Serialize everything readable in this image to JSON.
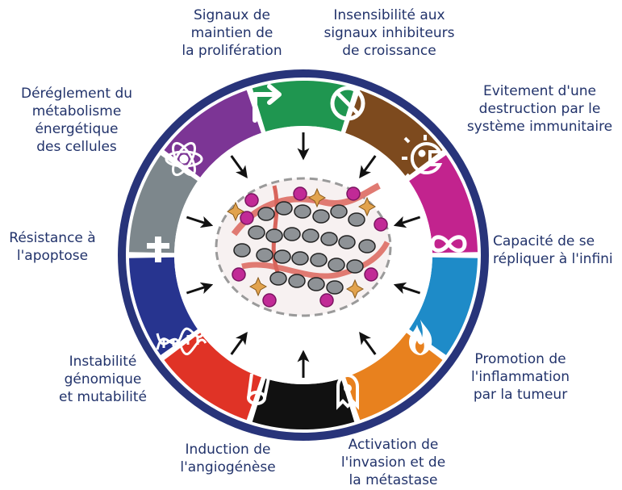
{
  "colors": {
    "ring": "#28347a",
    "label_text": "#22336b",
    "arrow": "#111111",
    "sustaining_proliferative_signaling": "#1f9650",
    "evading_growth_suppressors": "#7d4a1e",
    "avoiding_immune_destruction": "#c2238e",
    "replicative_immortality": "#1e8bc8",
    "tumor_promoting_inflammation": "#e8811e",
    "invasion_metastasis": "#111111",
    "angiogenesis": "#e03326",
    "genome_instability": "#27348f",
    "resisting_cell_death": "#7d878c",
    "deregulating_energetics": "#7c3595"
  },
  "labels": {
    "proliferation": "Signaux de\nmaintien de\nla prolifération",
    "growth_suppressors": "Insensibilité aux\nsignaux inhibiteurs\nde croissance",
    "immune": "Evitement d'une\ndestruction par le\nsystème immunitaire",
    "immortality": "Capacité de se\nrépliquer à l'infini",
    "inflammation": "Promotion de\nl'inflammation\npar la tumeur",
    "invasion": "Activation de\nl'invasion et de\nla métastase",
    "angiogenesis": "Induction de\nl'angiogénèse",
    "genome": "Instabilité\ngénomique\net mutabilité",
    "apoptosis": "Résistance à\nl'apoptose",
    "metabolism": "Déréglement du\nmétabolisme\nénergétique\ndes cellules"
  },
  "segment_icons": [
    {
      "key": "proliferation",
      "icon": "turn-arrow-icon",
      "color": "#1f9650"
    },
    {
      "key": "growth_suppressors",
      "icon": "prohibition-icon",
      "color": "#7d4a1e"
    },
    {
      "key": "immune",
      "icon": "immune-cell-icon",
      "color": "#c2238e"
    },
    {
      "key": "immortality",
      "icon": "infinity-icon",
      "color": "#1e8bc8"
    },
    {
      "key": "inflammation",
      "icon": "flame-icon",
      "color": "#e8811e"
    },
    {
      "key": "invasion",
      "icon": "ghost-cell-icon",
      "color": "#111111"
    },
    {
      "key": "angiogenesis",
      "icon": "blood-vessel-icon",
      "color": "#e03326"
    },
    {
      "key": "genome",
      "icon": "dna-helix-icon",
      "color": "#27348f"
    },
    {
      "key": "apoptosis",
      "icon": "cross-icon",
      "color": "#7d878c"
    },
    {
      "key": "metabolism",
      "icon": "atom-icon",
      "color": "#7c3595"
    }
  ]
}
